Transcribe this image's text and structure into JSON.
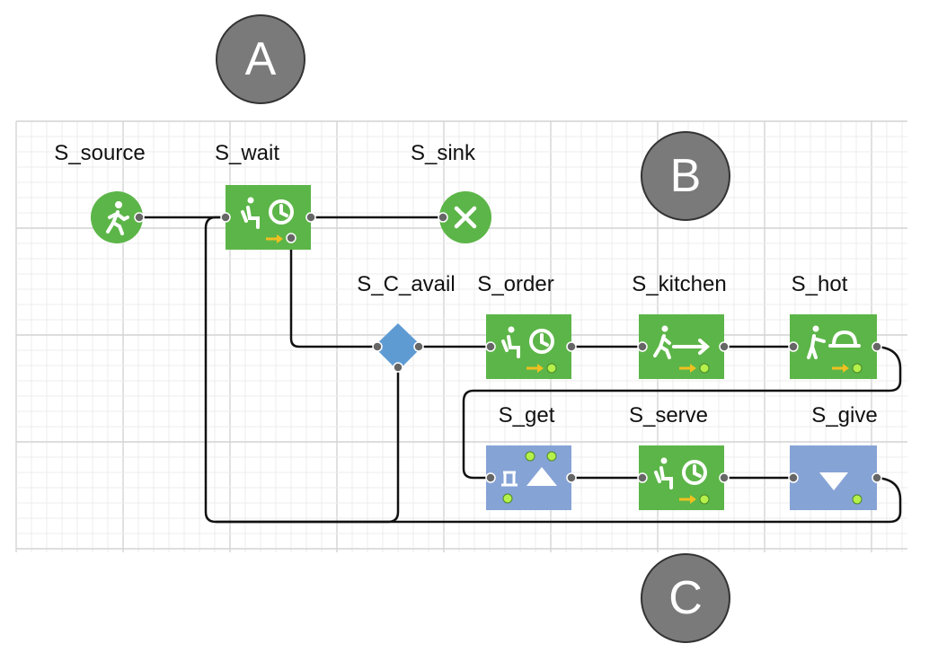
{
  "diagram": {
    "nodes": {
      "source": {
        "label": "S_source"
      },
      "wait": {
        "label": "S_wait"
      },
      "sink": {
        "label": "S_sink"
      },
      "c_avail": {
        "label": "S_C_avail"
      },
      "order": {
        "label": "S_order"
      },
      "kitchen": {
        "label": "S_kitchen"
      },
      "hot": {
        "label": "S_hot"
      },
      "get": {
        "label": "S_get"
      },
      "serve": {
        "label": "S_serve"
      },
      "give": {
        "label": "S_give"
      }
    },
    "badges": {
      "a": "A",
      "b": "B",
      "c": "C"
    },
    "colors": {
      "green_block": "#5cb548",
      "blue_block": "#86a3d6",
      "diamond": "#5f9bd3",
      "port": "#666666",
      "arrow_yellow": "#f0c020",
      "dot_green": "#b6f04a",
      "grid": "#e2e2e2",
      "badge_fill": "#7a7a7a"
    },
    "icons": {
      "source": "walking-person-icon",
      "sink": "x-icon",
      "wait": "seated-person-clock-icon",
      "order": "seated-person-clock-icon",
      "kitchen": "walking-person-arrow-icon",
      "hot": "person-bell-icon",
      "get": "resource-get-icon",
      "serve": "seated-person-clock-icon",
      "give": "triangle-down-icon"
    }
  }
}
